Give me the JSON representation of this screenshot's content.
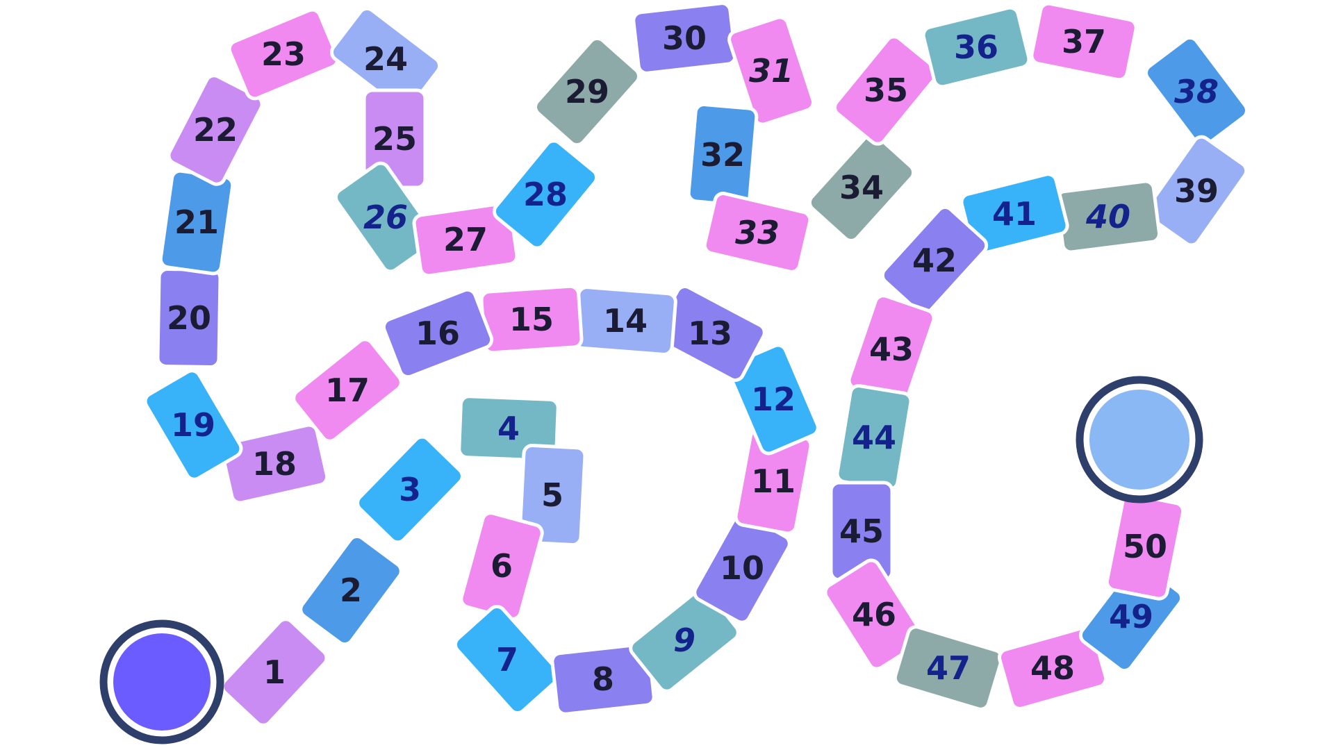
{
  "board": {
    "start_circle_color": "#6b5cff",
    "finish_circle_color": "#8ab8f4",
    "circle_border_color": "#2e3f6b",
    "tile_border_color": "#ffffff",
    "tiles": [
      {
        "label": "1",
        "color": "#c98cf2",
        "text_color": "#1b1b33",
        "italic": false
      },
      {
        "label": "2",
        "color": "#4d9ae8",
        "text_color": "#1b1b33",
        "italic": false
      },
      {
        "label": "3",
        "color": "#38b2f8",
        "text_color": "#14238c",
        "italic": false
      },
      {
        "label": "4",
        "color": "#74b8c6",
        "text_color": "#14238c",
        "italic": false
      },
      {
        "label": "5",
        "color": "#98aef5",
        "text_color": "#1b1b33",
        "italic": false
      },
      {
        "label": "6",
        "color": "#f08af0",
        "text_color": "#1b1b33",
        "italic": false
      },
      {
        "label": "7",
        "color": "#38b2f8",
        "text_color": "#14238c",
        "italic": false
      },
      {
        "label": "8",
        "color": "#8a80f0",
        "text_color": "#1b1b33",
        "italic": false
      },
      {
        "label": "9",
        "color": "#74b8c6",
        "text_color": "#14238c",
        "italic": true
      },
      {
        "label": "10",
        "color": "#8a80f0",
        "text_color": "#1b1b33",
        "italic": false
      },
      {
        "label": "11",
        "color": "#f08af0",
        "text_color": "#1b1b33",
        "italic": false
      },
      {
        "label": "12",
        "color": "#38b2f8",
        "text_color": "#14238c",
        "italic": false
      },
      {
        "label": "13",
        "color": "#8a80f0",
        "text_color": "#1b1b33",
        "italic": false
      },
      {
        "label": "14",
        "color": "#98aef5",
        "text_color": "#1b1b33",
        "italic": false
      },
      {
        "label": "15",
        "color": "#f08af0",
        "text_color": "#1b1b33",
        "italic": false
      },
      {
        "label": "16",
        "color": "#8a80f0",
        "text_color": "#1b1b33",
        "italic": false
      },
      {
        "label": "17",
        "color": "#f08af0",
        "text_color": "#1b1b33",
        "italic": false
      },
      {
        "label": "18",
        "color": "#c98cf2",
        "text_color": "#1b1b33",
        "italic": false
      },
      {
        "label": "19",
        "color": "#38b2f8",
        "text_color": "#14238c",
        "italic": false
      },
      {
        "label": "20",
        "color": "#8a80f0",
        "text_color": "#1b1b33",
        "italic": false
      },
      {
        "label": "21",
        "color": "#4d9ae8",
        "text_color": "#1b1b33",
        "italic": false
      },
      {
        "label": "22",
        "color": "#c98cf2",
        "text_color": "#1b1b33",
        "italic": false
      },
      {
        "label": "23",
        "color": "#f08af0",
        "text_color": "#1b1b33",
        "italic": false
      },
      {
        "label": "24",
        "color": "#98aef5",
        "text_color": "#1b1b33",
        "italic": false
      },
      {
        "label": "25",
        "color": "#c98cf2",
        "text_color": "#1b1b33",
        "italic": false
      },
      {
        "label": "26",
        "color": "#74b8c6",
        "text_color": "#14238c",
        "italic": true
      },
      {
        "label": "27",
        "color": "#f08af0",
        "text_color": "#1b1b33",
        "italic": false
      },
      {
        "label": "28",
        "color": "#38b2f8",
        "text_color": "#14238c",
        "italic": false
      },
      {
        "label": "29",
        "color": "#8eaaa8",
        "text_color": "#1b1b33",
        "italic": false
      },
      {
        "label": "30",
        "color": "#8a80f0",
        "text_color": "#1b1b33",
        "italic": false
      },
      {
        "label": "31",
        "color": "#f08af0",
        "text_color": "#1b1b33",
        "italic": true
      },
      {
        "label": "32",
        "color": "#4d9ae8",
        "text_color": "#1b1b33",
        "italic": false
      },
      {
        "label": "33",
        "color": "#f08af0",
        "text_color": "#1b1b33",
        "italic": true
      },
      {
        "label": "34",
        "color": "#8eaaa8",
        "text_color": "#1b1b33",
        "italic": false
      },
      {
        "label": "35",
        "color": "#f08af0",
        "text_color": "#1b1b33",
        "italic": false
      },
      {
        "label": "36",
        "color": "#74b8c6",
        "text_color": "#14238c",
        "italic": false
      },
      {
        "label": "37",
        "color": "#f08af0",
        "text_color": "#1b1b33",
        "italic": false
      },
      {
        "label": "38",
        "color": "#4d9ae8",
        "text_color": "#14238c",
        "italic": true
      },
      {
        "label": "39",
        "color": "#98aef5",
        "text_color": "#1b1b33",
        "italic": false
      },
      {
        "label": "40",
        "color": "#8eaaa8",
        "text_color": "#14238c",
        "italic": true
      },
      {
        "label": "41",
        "color": "#38b2f8",
        "text_color": "#14238c",
        "italic": false
      },
      {
        "label": "42",
        "color": "#8a80f0",
        "text_color": "#1b1b33",
        "italic": false
      },
      {
        "label": "43",
        "color": "#f08af0",
        "text_color": "#1b1b33",
        "italic": false
      },
      {
        "label": "44",
        "color": "#74b8c6",
        "text_color": "#14238c",
        "italic": false
      },
      {
        "label": "45",
        "color": "#8a80f0",
        "text_color": "#1b1b33",
        "italic": false
      },
      {
        "label": "46",
        "color": "#f08af0",
        "text_color": "#1b1b33",
        "italic": false
      },
      {
        "label": "47",
        "color": "#8eaaa8",
        "text_color": "#14238c",
        "italic": false
      },
      {
        "label": "48",
        "color": "#f08af0",
        "text_color": "#1b1b33",
        "italic": false
      },
      {
        "label": "49",
        "color": "#4d9ae8",
        "text_color": "#14238c",
        "italic": false
      },
      {
        "label": "50",
        "color": "#f08af0",
        "text_color": "#1b1b33",
        "italic": false
      }
    ]
  }
}
